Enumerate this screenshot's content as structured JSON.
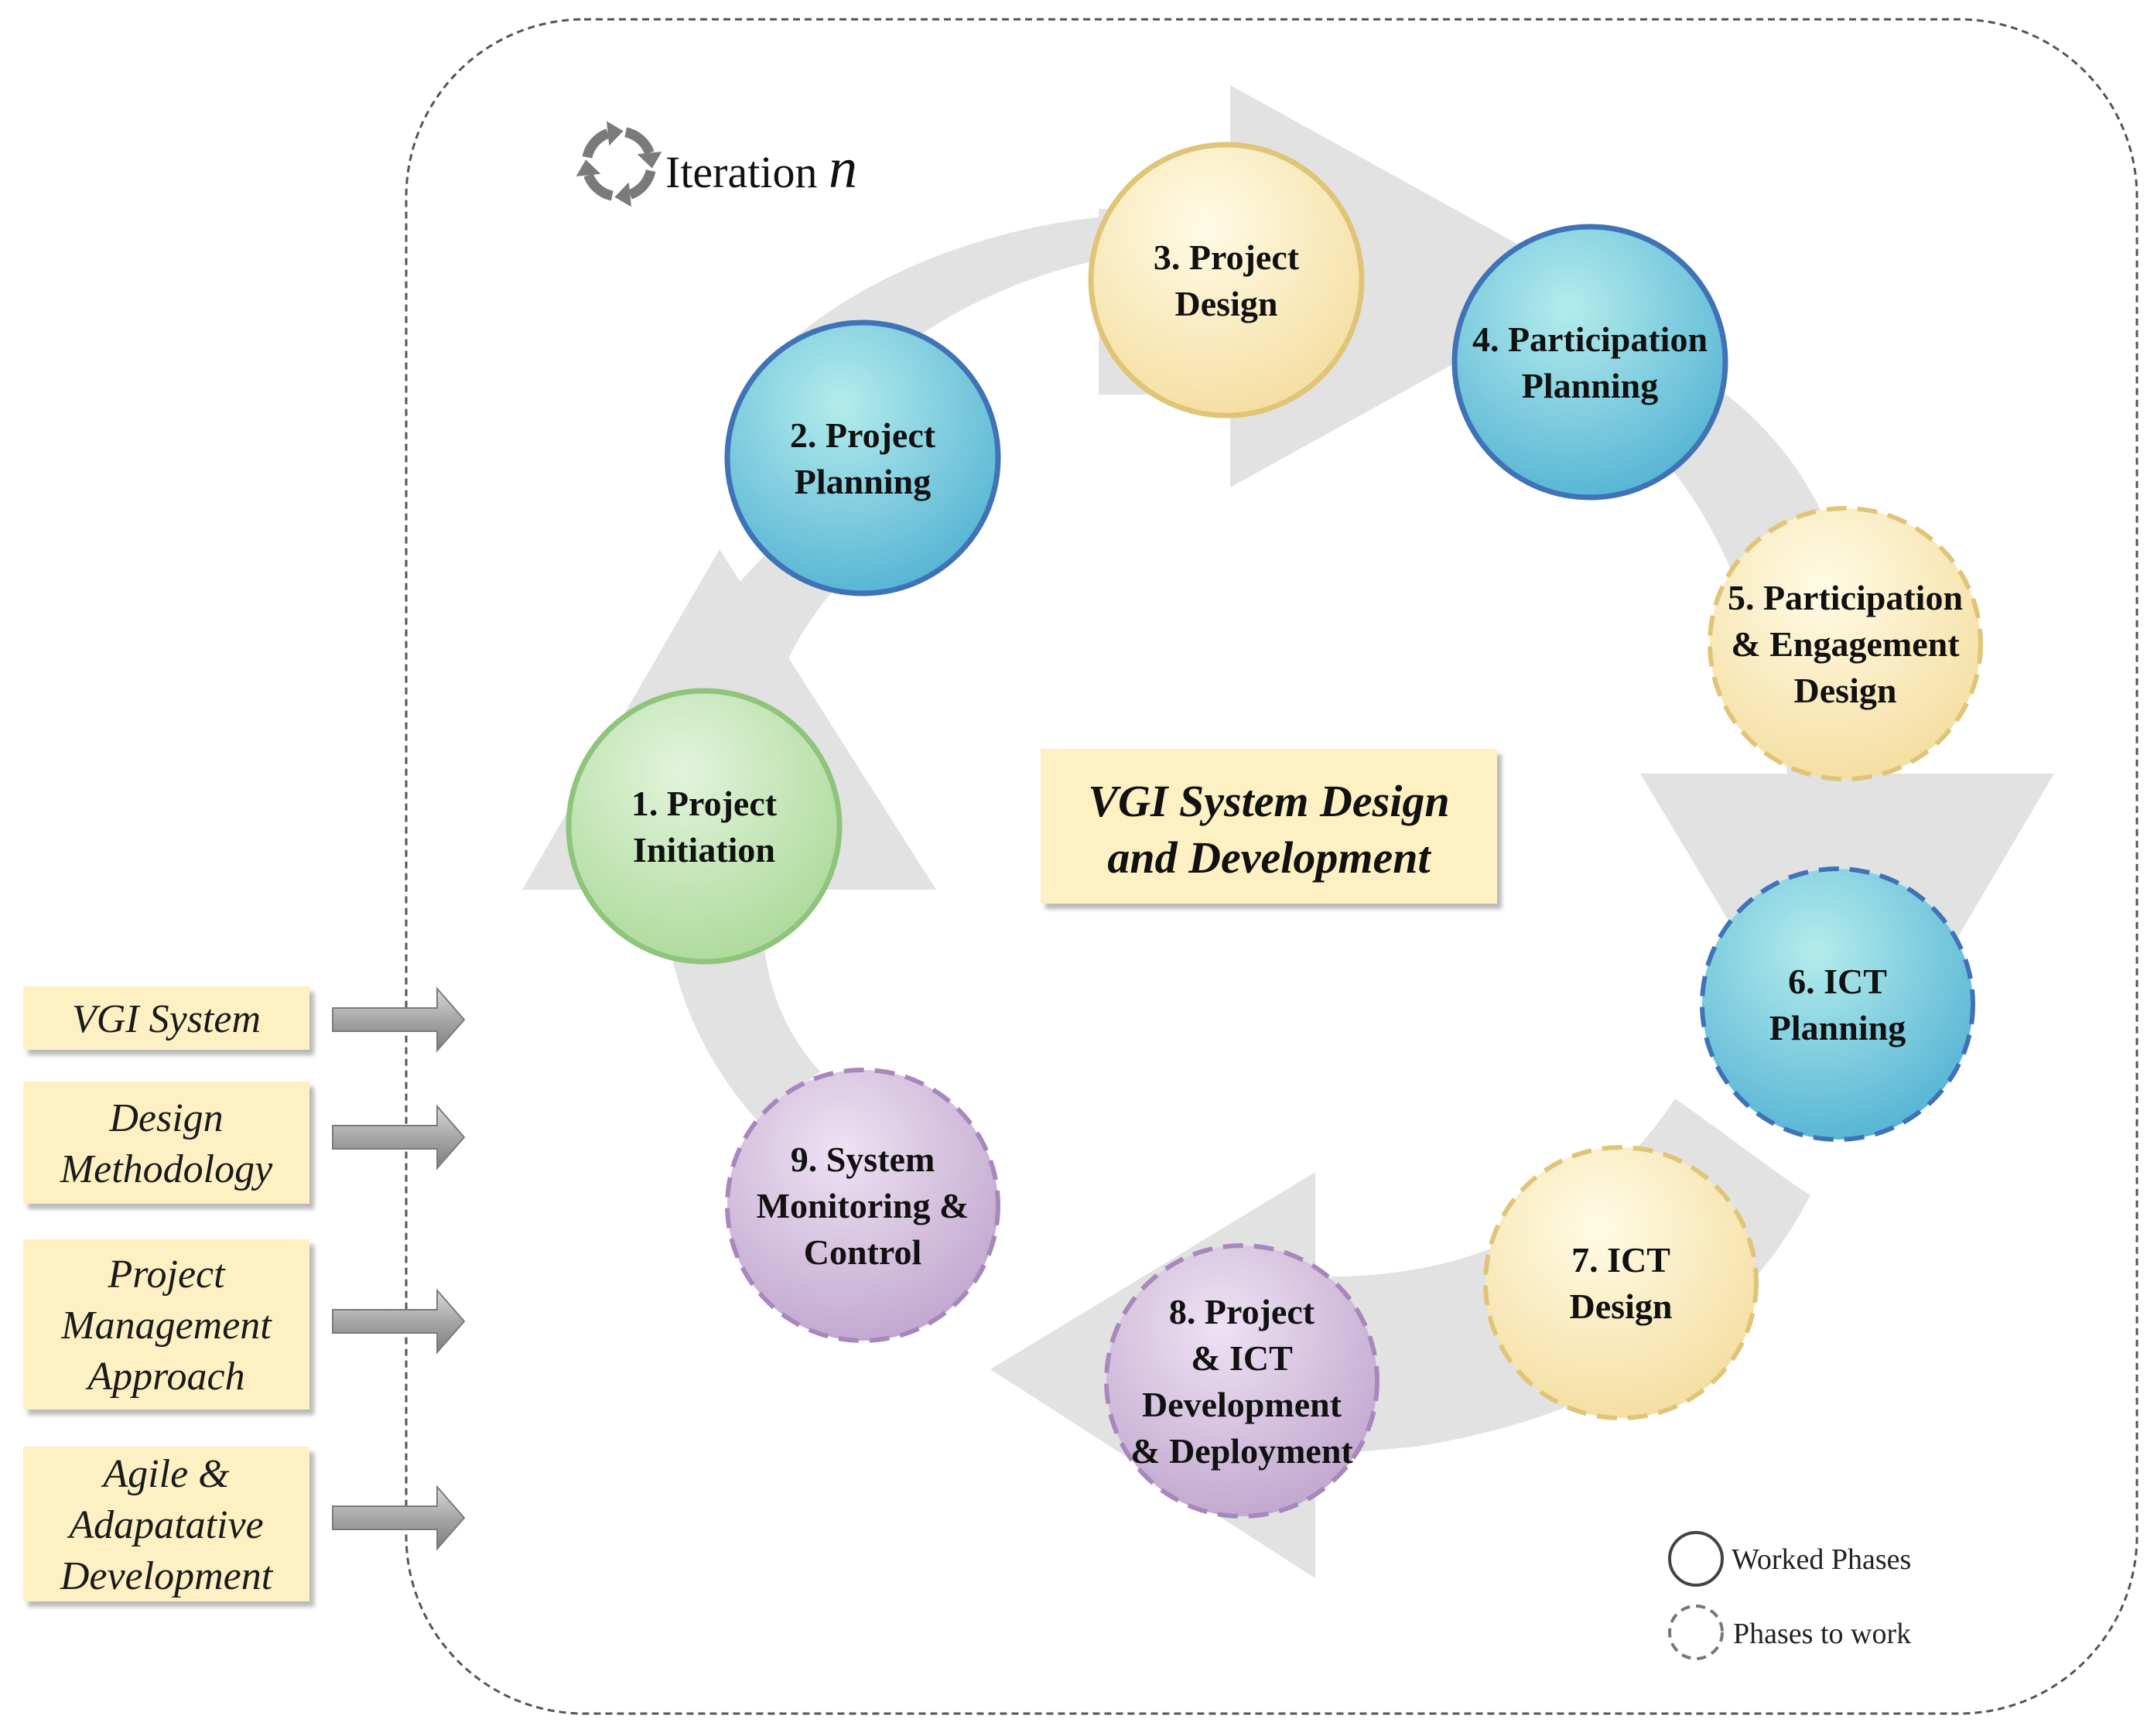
{
  "iteration": {
    "label": "Iteration",
    "variable": "n",
    "icon": "cycle-arrows-icon"
  },
  "center_title": [
    "VGI System Design",
    "and Development"
  ],
  "inputs": [
    {
      "lines": [
        "VGI System"
      ]
    },
    {
      "lines": [
        "Design",
        "Methodology"
      ]
    },
    {
      "lines": [
        "Project",
        "Management",
        "Approach"
      ]
    },
    {
      "lines": [
        "Agile &",
        "Adapatative",
        "Development"
      ]
    }
  ],
  "phases": [
    {
      "lines": [
        "1. Project",
        "Initiation"
      ],
      "color": "green",
      "status": "worked"
    },
    {
      "lines": [
        "2. Project",
        "Planning"
      ],
      "color": "blue",
      "status": "worked"
    },
    {
      "lines": [
        "3. Project",
        "Design"
      ],
      "color": "yellow",
      "status": "worked"
    },
    {
      "lines": [
        "4. Participation",
        "Planning"
      ],
      "color": "blue",
      "status": "worked"
    },
    {
      "lines": [
        "5. Participation",
        "& Engagement",
        "Design"
      ],
      "color": "yellow",
      "status": "to-work"
    },
    {
      "lines": [
        "6. ICT",
        "Planning"
      ],
      "color": "blue",
      "status": "to-work"
    },
    {
      "lines": [
        "7. ICT",
        "Design"
      ],
      "color": "yellow",
      "status": "to-work"
    },
    {
      "lines": [
        "8. Project",
        "& ICT",
        "Development",
        "& Deployment"
      ],
      "color": "purple",
      "status": "to-work"
    },
    {
      "lines": [
        "9. System",
        "Monitoring &",
        "Control"
      ],
      "color": "purple",
      "status": "to-work"
    }
  ],
  "legend": {
    "worked": "Worked Phases",
    "to_work": "Phases to work"
  },
  "colors": {
    "green": [
      "#e2f4dc",
      "#a9d896",
      "#8fc47c"
    ],
    "blue": [
      "#b4ecec",
      "#4fb0d3",
      "#3f73b6"
    ],
    "yellow": [
      "#fffbe6",
      "#f4dc9c",
      "#e0c578"
    ],
    "purple": [
      "#eee2f3",
      "#bea3cc",
      "#a888bc"
    ],
    "label_box": "#fdf1c4",
    "flow_arrow": "#e2e2e2",
    "input_arrow": "#8a8a8a"
  }
}
